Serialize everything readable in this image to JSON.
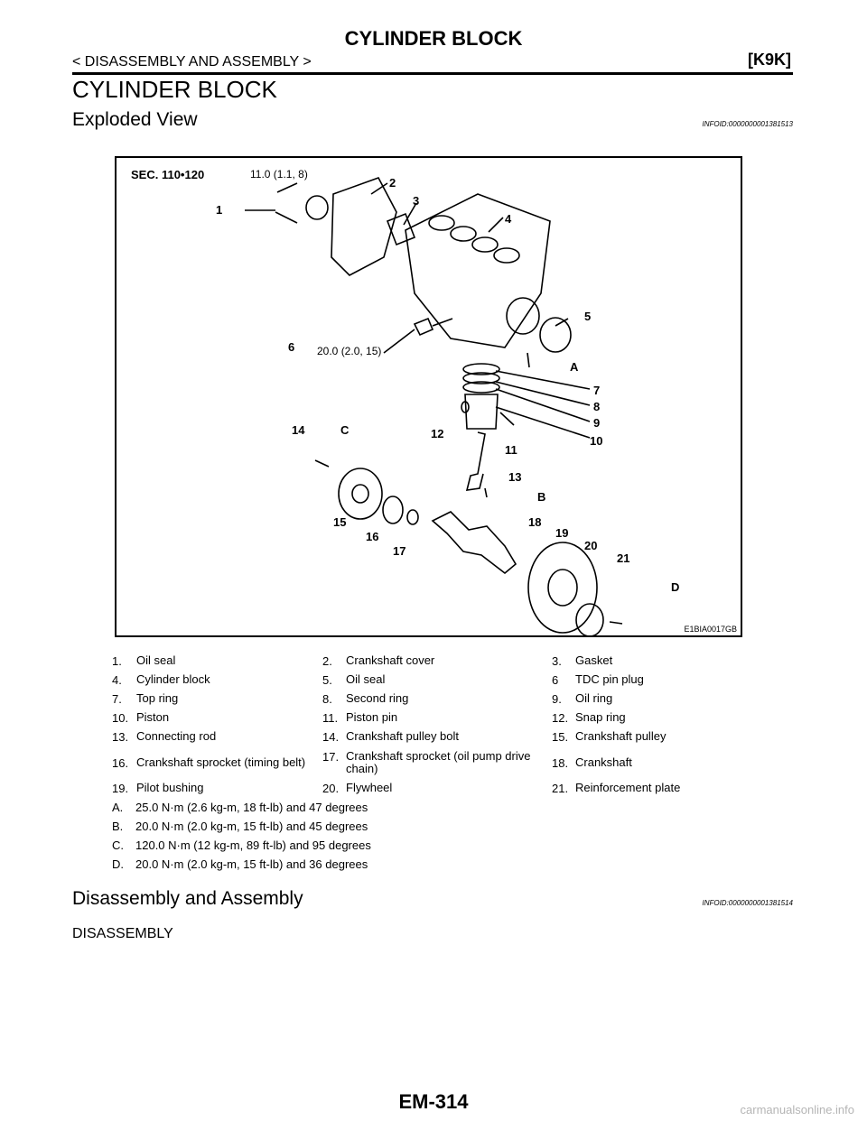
{
  "header": {
    "title": "CYLINDER BLOCK",
    "breadcrumb": "< DISASSEMBLY AND ASSEMBLY >",
    "model": "[K9K]"
  },
  "section_title": "CYLINDER BLOCK",
  "exploded": {
    "heading": "Exploded View",
    "info_id": "INFOID:0000000001381513"
  },
  "figure": {
    "section_label": "SEC. 110•120",
    "torque_top": "11.0 (1.1, 8)",
    "torque_6": "20.0 (2.0, 15)",
    "image_code": "E1BIA0017GB",
    "callouts": [
      "1",
      "2",
      "3",
      "4",
      "5",
      "6",
      "7",
      "8",
      "9",
      "10",
      "11",
      "12",
      "13",
      "14",
      "15",
      "16",
      "17",
      "18",
      "19",
      "20",
      "21"
    ],
    "letters": [
      "A",
      "B",
      "C",
      "D"
    ]
  },
  "legend": [
    [
      "1.",
      "Oil seal",
      "2.",
      "Crankshaft cover",
      "3.",
      "Gasket"
    ],
    [
      "4.",
      "Cylinder block",
      "5.",
      "Oil seal",
      "6",
      "TDC pin plug"
    ],
    [
      "7.",
      "Top ring",
      "8.",
      "Second ring",
      "9.",
      "Oil ring"
    ],
    [
      "10.",
      "Piston",
      "11.",
      "Piston pin",
      "12.",
      "Snap ring"
    ],
    [
      "13.",
      "Connecting rod",
      "14.",
      "Crankshaft pulley bolt",
      "15.",
      "Crankshaft pulley"
    ],
    [
      "16.",
      "Crankshaft sprocket (timing belt)",
      "17.",
      "Crankshaft sprocket (oil pump drive chain)",
      "18.",
      "Crankshaft"
    ],
    [
      "19.",
      "Pilot bushing",
      "20.",
      "Flywheel",
      "21.",
      "Reinforcement plate"
    ]
  ],
  "notes": [
    [
      "A.",
      "25.0 N·m (2.6 kg-m, 18 ft-lb) and 47 degrees"
    ],
    [
      "B.",
      "20.0 N·m (2.0 kg-m, 15 ft-lb) and 45 degrees"
    ],
    [
      "C.",
      "120.0 N·m (12 kg-m, 89 ft-lb) and 95 degrees"
    ],
    [
      "D.",
      "20.0 N·m (2.0 kg-m, 15 ft-lb) and 36 degrees"
    ]
  ],
  "disassembly": {
    "heading": "Disassembly and Assembly",
    "info_id": "INFOID:0000000001381514",
    "subheading": "DISASSEMBLY"
  },
  "footer": {
    "page_number": "EM-314",
    "watermark": "carmanualsonline.info"
  }
}
